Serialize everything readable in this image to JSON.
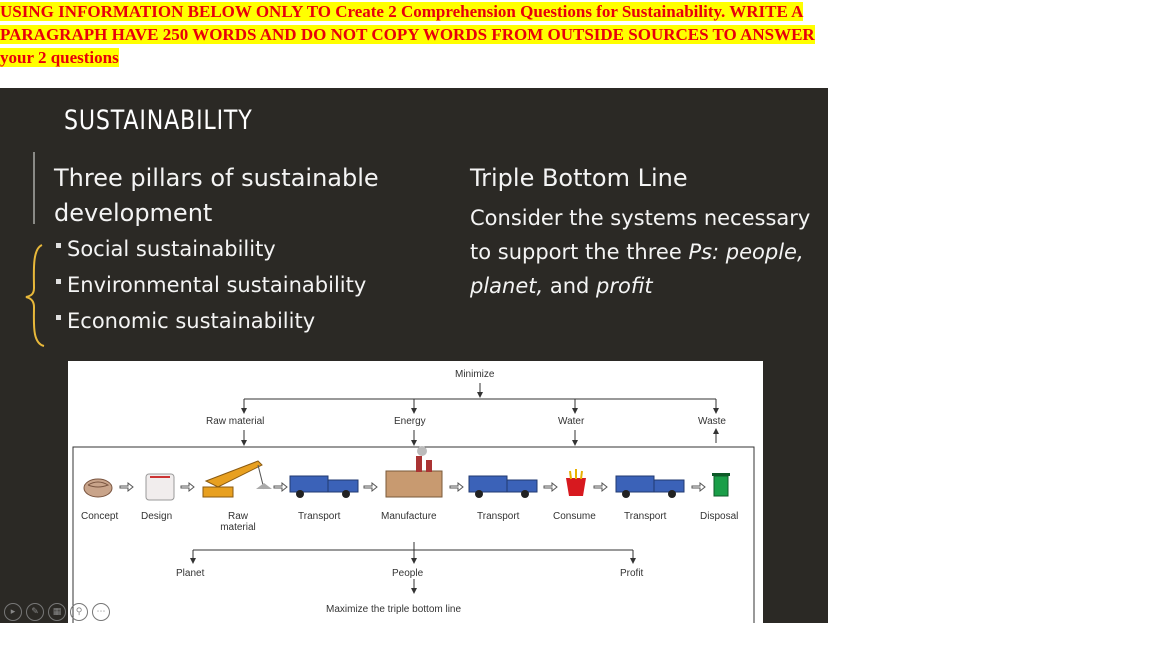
{
  "instruction": {
    "text": "USING INFORMATION BELOW ONLY TO Create 2 Comprehension Questions for Sustainability. WRITE A PARAGRAPH HAVE 250 WORDS AND DO NOT COPY WORDS FROM OUTSIDE SOURCES TO ANSWER your 2 questions",
    "color": "#e8000b",
    "highlight": "#ffff00"
  },
  "slide": {
    "title": "SUSTAINABILITY",
    "pillars_heading": "Three pillars of sustainable development",
    "bullets": [
      "Social sustainability",
      "Environmental sustainability",
      "Economic sustainability"
    ],
    "tbl_heading": "Triple Bottom Line",
    "tbl_text_1": "Consider the systems necessary to support the three ",
    "tbl_ps": "Ps: people, planet,",
    "tbl_and": " and ",
    "tbl_profit": "profit",
    "background": "#2b2925",
    "brace_color": "#e8b83a"
  },
  "diagram": {
    "minimize": "Minimize",
    "inputs": [
      "Raw material",
      "Energy",
      "Water",
      "Waste"
    ],
    "steps": [
      "Concept",
      "Design",
      "Raw material",
      "Transport",
      "Manufacture",
      "Transport",
      "Consume",
      "Transport",
      "Disposal"
    ],
    "outputs": [
      "Planet",
      "People",
      "Profit"
    ],
    "maximize": "Maximize the triple bottom line"
  },
  "controls": {
    "icons": [
      "play-icon",
      "pen-icon",
      "slides-icon",
      "zoom-icon",
      "more-icon"
    ],
    "glyphs": [
      "▸",
      "✎",
      "▦",
      "⚲",
      "⋯"
    ]
  }
}
